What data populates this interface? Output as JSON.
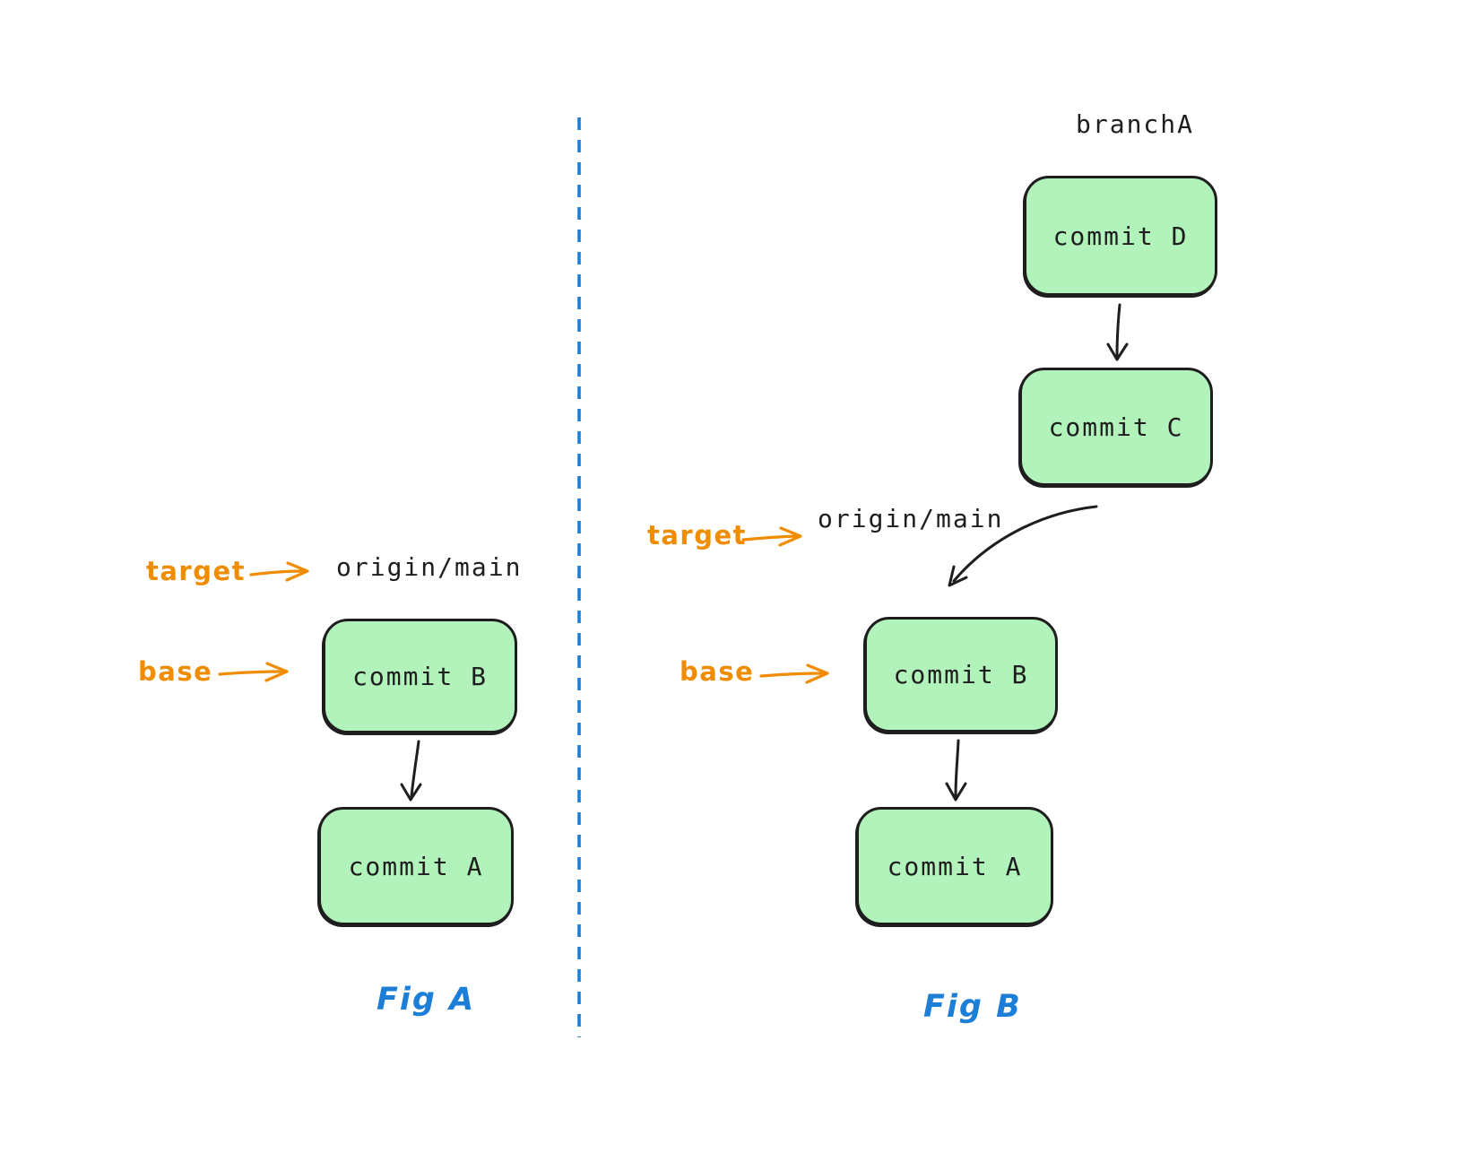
{
  "diagram": {
    "colors": {
      "background": "#ffffff",
      "box_fill": "#b2f2bb",
      "box_border": "#1e1e1e",
      "arrow": "#1e1e1e",
      "text": "#1e1e1e",
      "accent_orange": "#f08c00",
      "accent_blue": "#1c7ed6"
    },
    "fig_a": {
      "caption": "Fig A",
      "target_label": "target",
      "base_label": "base",
      "branch_ref": "origin/main",
      "commits": [
        {
          "label": "commit B"
        },
        {
          "label": "commit A"
        }
      ]
    },
    "fig_b": {
      "caption": "Fig B",
      "branch_name": "branchA",
      "target_label": "target",
      "base_label": "base",
      "branch_ref": "origin/main",
      "commits": [
        {
          "label": "commit D"
        },
        {
          "label": "commit C"
        },
        {
          "label": "commit B"
        },
        {
          "label": "commit A"
        }
      ]
    }
  }
}
